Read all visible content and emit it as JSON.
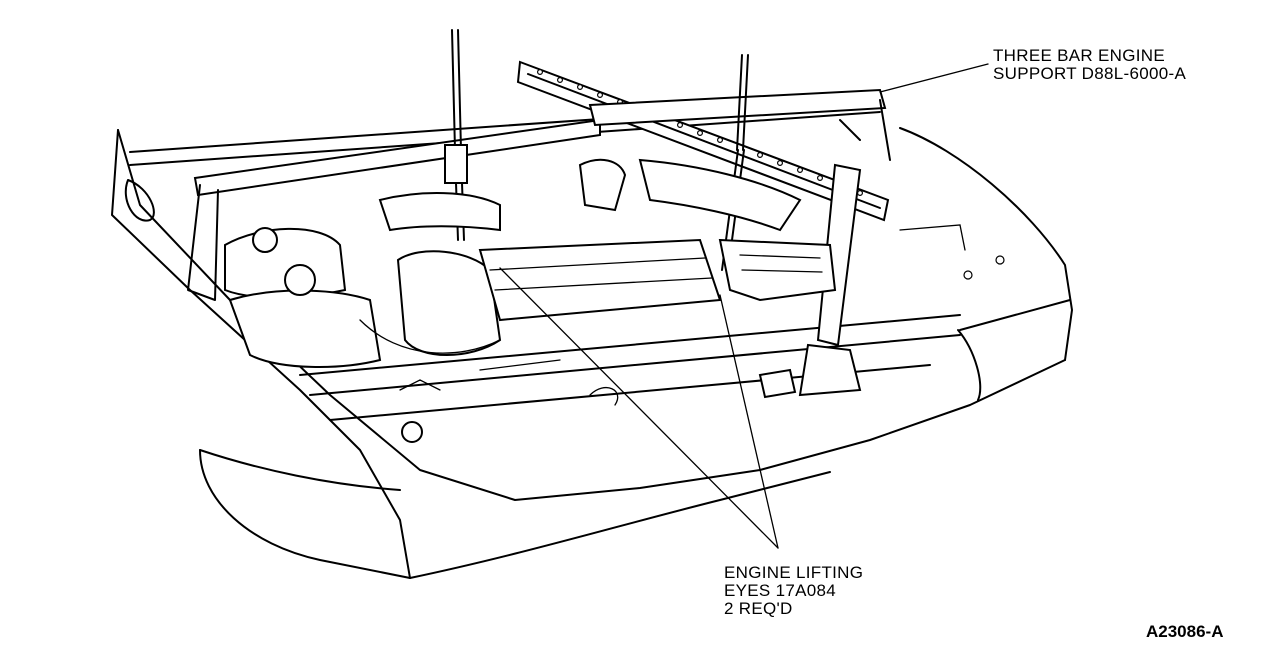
{
  "callouts": {
    "three_bar_support": {
      "line1": "THREE BAR ENGINE",
      "line2": "SUPPORT D88L-6000-A"
    },
    "lifting_eyes": {
      "line1": "ENGINE LIFTING",
      "line2": "EYES 17A084",
      "line3": "2 REQ'D"
    }
  },
  "figure_id": "A23086-A"
}
